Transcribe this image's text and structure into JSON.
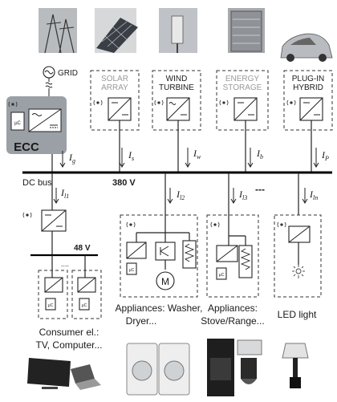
{
  "sources": [
    {
      "id": "grid",
      "label": "GRID"
    },
    {
      "id": "solar",
      "label_lines": [
        "SOLAR",
        "ARRAY"
      ],
      "dim": true
    },
    {
      "id": "wind",
      "label_lines": [
        "WIND",
        "TURBINE"
      ],
      "dim": false
    },
    {
      "id": "storage",
      "label_lines": [
        "ENERGY",
        "STORAGE"
      ],
      "dim": true
    },
    {
      "id": "plugin",
      "label_lines": [
        "PLUG-IN",
        "HYBRID"
      ],
      "dim": false
    }
  ],
  "ecc_label": "ECC",
  "dc_bus_label": "DC bus",
  "bus_voltage": "380 V",
  "secondary_voltage": "48 V",
  "currents_in": [
    {
      "main": "I",
      "sub": "g"
    },
    {
      "main": "I",
      "sub": "s"
    },
    {
      "main": "I",
      "sub": "w"
    },
    {
      "main": "I",
      "sub": "b"
    },
    {
      "main": "I",
      "sub": "P"
    }
  ],
  "currents_out": [
    {
      "main": "I",
      "sub": "l1"
    },
    {
      "main": "I",
      "sub": "l2"
    },
    {
      "main": "I",
      "sub": "l3"
    },
    {
      "main": "I",
      "sub": "ln"
    }
  ],
  "ellipsis_marks": "---",
  "dots": "....",
  "motor_label": "M",
  "loads": [
    {
      "id": "consumer",
      "label_lines": [
        "Consumer el.:",
        "TV, Computer..."
      ]
    },
    {
      "id": "washer",
      "label_lines": [
        "Appliances:  Washer,",
        "Dryer..."
      ]
    },
    {
      "id": "stove",
      "label_lines": [
        "Appliances:",
        "Stove/Range..."
      ]
    },
    {
      "id": "led",
      "label_lines": [
        "LED light"
      ]
    }
  ],
  "colors": {
    "ink": "#1a1a1a",
    "muted": "#9a9a9a",
    "ecc_fill": "#9aa0a6",
    "bus": "#000000"
  }
}
